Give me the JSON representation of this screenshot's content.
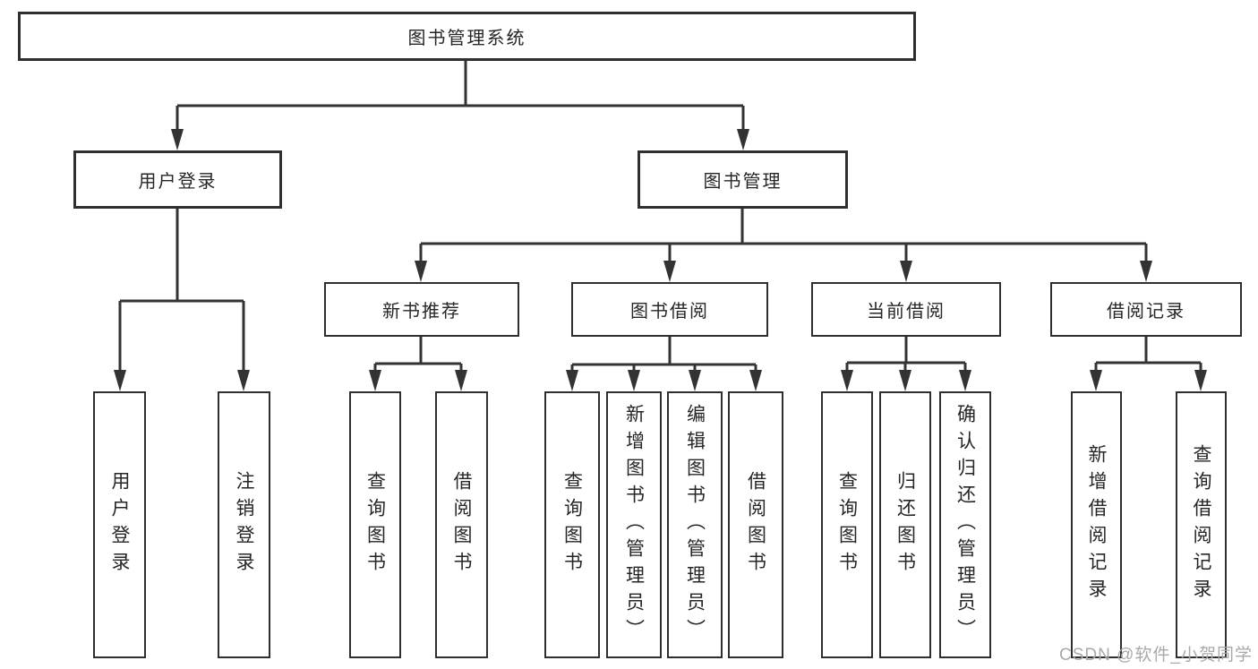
{
  "tree": {
    "root": {
      "label": "图书管理系统"
    },
    "branches": [
      {
        "label": "用户登录",
        "children": [
          {
            "label": "用户登录"
          },
          {
            "label": "注销登录"
          }
        ]
      },
      {
        "label": "图书管理",
        "children": [
          {
            "label": "新书推荐",
            "children": [
              {
                "label": "查询图书"
              },
              {
                "label": "借阅图书"
              }
            ]
          },
          {
            "label": "图书借阅",
            "children": [
              {
                "label": "查询图书"
              },
              {
                "label": "新增图书（管理员）"
              },
              {
                "label": "编辑图书（管理员）"
              },
              {
                "label": "借阅图书"
              }
            ]
          },
          {
            "label": "当前借阅",
            "children": [
              {
                "label": "查询图书"
              },
              {
                "label": "归还图书"
              },
              {
                "label": "确认归还（管理员）"
              }
            ]
          },
          {
            "label": "借阅记录",
            "children": [
              {
                "label": "新增借阅记录"
              },
              {
                "label": "查询借阅记录"
              }
            ]
          }
        ]
      }
    ]
  },
  "watermark": "CSDN @软件_小贺同学",
  "colors": {
    "line": "#333333",
    "border": "#2f2f2f",
    "text": "#262626",
    "background": "#ffffff",
    "watermark": "#a9a9a9"
  }
}
